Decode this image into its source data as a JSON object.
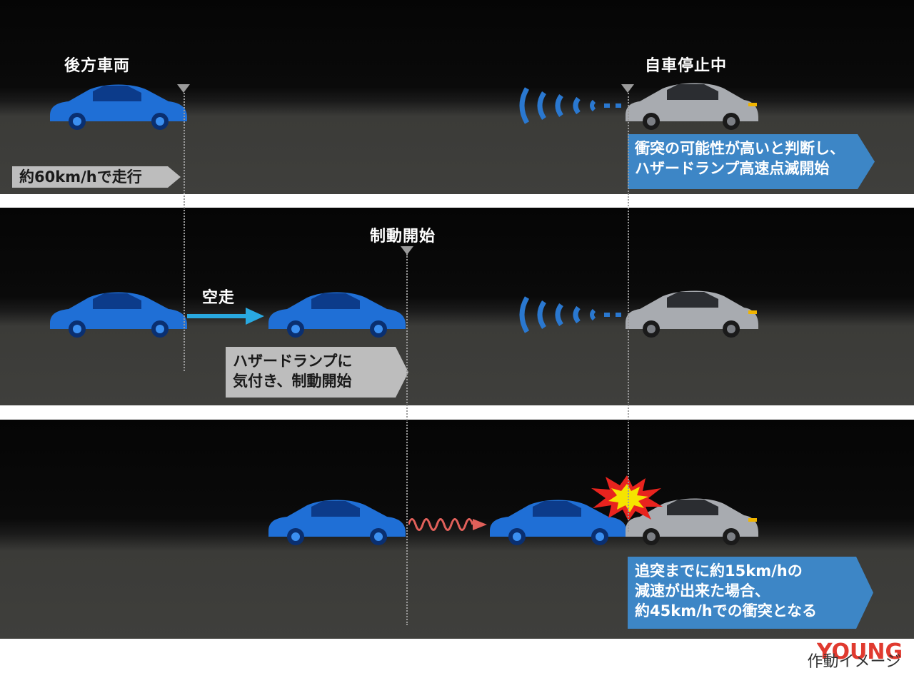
{
  "panel1": {
    "rear_vehicle_label": "後方車両",
    "stopped_label": "自車停止中",
    "speed_callout": "約60km/hで走行",
    "hazard_callout_line1": "衝突の可能性が高いと判断し、",
    "hazard_callout_line2": "ハザードランプ高速点滅開始"
  },
  "panel2": {
    "brake_start_label": "制動開始",
    "idle_label": "空走",
    "notice_callout_line1": "ハザードランプに",
    "notice_callout_line2": "気付き、制動開始"
  },
  "panel3": {
    "result_callout_line1": "追突までに約15km/hの",
    "result_callout_line2": "減速が出来た場合、",
    "result_callout_line3": "約45km/hでの衝突となる"
  },
  "footer": {
    "caption": "作動イメージ",
    "logo_text": "YOUNG"
  },
  "colors": {
    "rear_car": "#1f6fd6",
    "own_car": "#a8abb0",
    "callout_blue": "#3d86c6",
    "callout_gray": "#bdbdbd",
    "idle_arrow": "#29a9e1",
    "decel_wave": "#e0605a",
    "impact": "#f5e400"
  },
  "icons": [
    "blue-car-icon",
    "silver-car-icon",
    "hazard-signal-icon",
    "arrow-right-icon",
    "wave-arrow-icon",
    "impact-burst-icon"
  ]
}
